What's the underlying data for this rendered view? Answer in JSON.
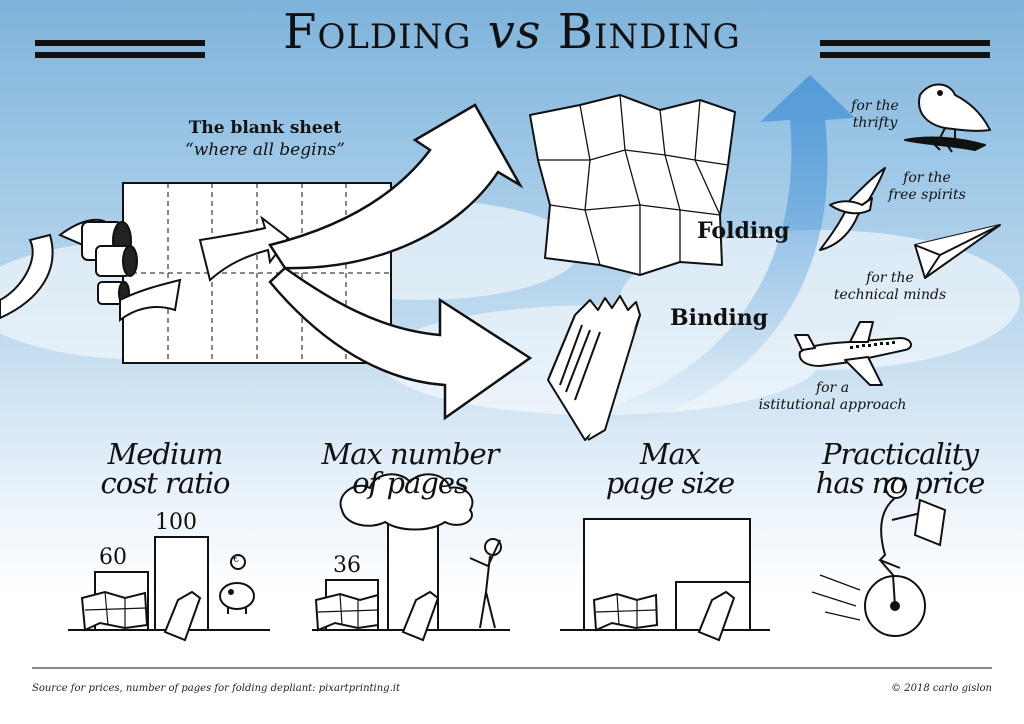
{
  "title": {
    "main_left": "Folding",
    "vs": "vs",
    "main_right": "Binding"
  },
  "sheet": {
    "label": "The blank sheet",
    "tagline": "“where all begins”"
  },
  "folding_label": "Folding",
  "binding_label": "Binding",
  "audiences": [
    {
      "id": "thrifty",
      "line1": "for the",
      "line2": "thrifty",
      "icon": "bird-icon"
    },
    {
      "id": "free",
      "line1": "for the",
      "line2": "free spirits",
      "icon": "seagull-icon"
    },
    {
      "id": "technical",
      "line1": "for the",
      "line2": "technical minds",
      "icon": "paper-plane-icon"
    },
    {
      "id": "institutional",
      "line1": "for a",
      "line2": "istitutional approach",
      "icon": "airplane-icon"
    }
  ],
  "comparisons": [
    {
      "id": "cost",
      "heading1": "Medium",
      "heading2": "cost ratio"
    },
    {
      "id": "pages",
      "heading1": "Max number",
      "heading2": "of pages"
    },
    {
      "id": "size",
      "heading1": "Max",
      "heading2": "page size"
    },
    {
      "id": "practical",
      "heading1": "Practicality",
      "heading2": "has no price"
    }
  ],
  "cost_values": {
    "folding": "60",
    "binding": "100"
  },
  "pages_values": {
    "folding": "36"
  },
  "coin_symbol": "€",
  "footer": {
    "source": "Source for prices, number of pages for folding depliant: pixartprinting.it",
    "copyright": "© 2018 carlo gislon"
  },
  "colors": {
    "ink": "#111111",
    "sky_top": "#7fb3db",
    "sky_bottom": "#ffffff",
    "arrow_blue": "#3f8fd6"
  }
}
